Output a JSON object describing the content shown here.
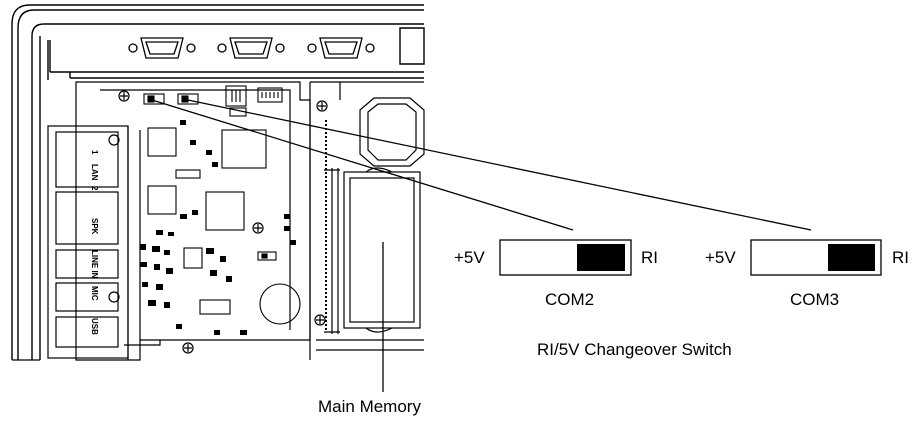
{
  "board_labels": {
    "lan": "LAN",
    "lan_port_1": "1",
    "lan_port_2": "2",
    "spk": "SPK",
    "line_in": "LINE IN",
    "mic": "MIC",
    "usb": "USB"
  },
  "switches": [
    {
      "left_label": "+5V",
      "right_label": "RI",
      "name": "COM2",
      "position": "RI"
    },
    {
      "left_label": "+5V",
      "right_label": "RI",
      "name": "COM3",
      "position": "RI"
    }
  ],
  "switch_caption": "RI/5V Changeover Switch",
  "memory_label": "Main Memory",
  "colors": {
    "line": "#000000",
    "background": "#ffffff",
    "switch_knob": "#000000"
  }
}
